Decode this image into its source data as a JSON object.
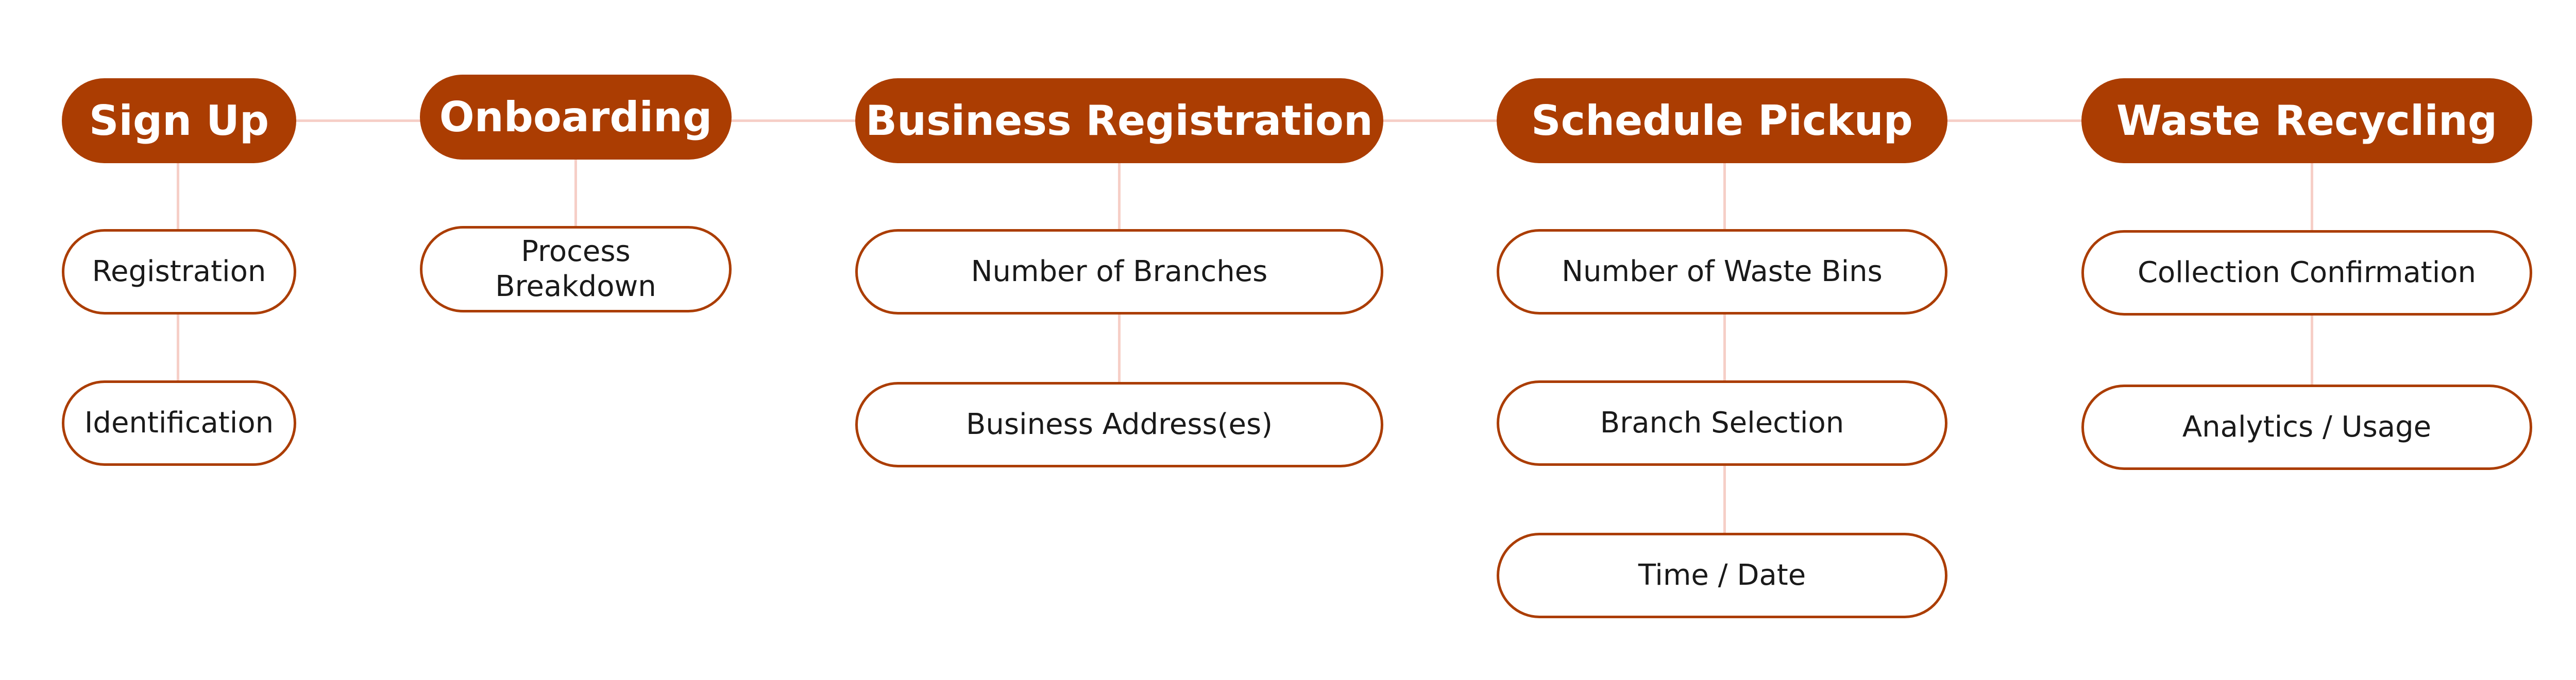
{
  "flow": {
    "steps": [
      {
        "title": "Sign Up",
        "children": [
          "Registration",
          "Identification"
        ]
      },
      {
        "title": "Onboarding",
        "children": [
          "Process\nBreakdown"
        ]
      },
      {
        "title": "Business Registration",
        "children": [
          "Number of Branches",
          "Business Address(es)"
        ]
      },
      {
        "title": "Schedule Pickup",
        "children": [
          "Number of Waste Bins",
          "Branch Selection",
          "Time / Date"
        ]
      },
      {
        "title": "Waste Recycling",
        "children": [
          "Collection Confirmation",
          "Analytics / Usage"
        ]
      }
    ]
  },
  "colors": {
    "accent": "#ab3d02",
    "connector": "#f6cfc7",
    "text": "#1a1a1a"
  }
}
